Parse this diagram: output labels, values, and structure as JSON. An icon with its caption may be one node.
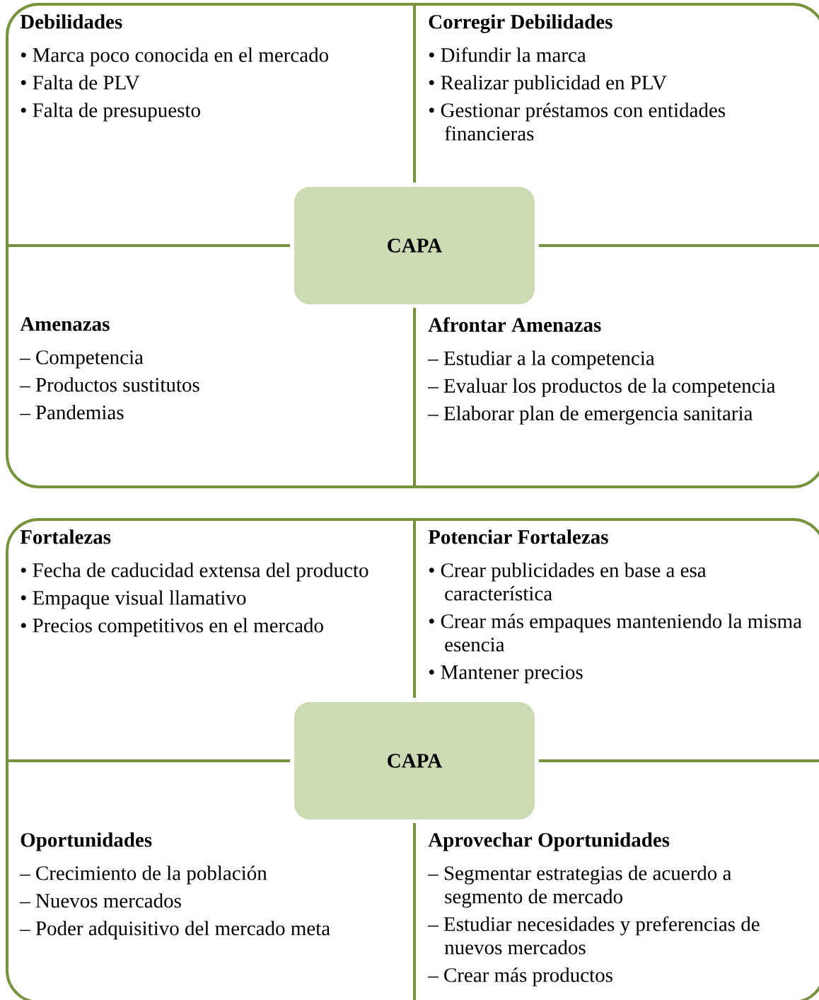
{
  "diagram": {
    "nodes": [
      {
        "text": [
          "Debilidades",
          "• Marca poco conocida en el mercado",
          "• Falta de PLV",
          "• Falta de presupuesto"
        ]
      },
      {
        "text": [
          "Corregir Debilidades",
          "• Difundir la marca",
          "• Realizar publicidad en PLV",
          "• Gestionar préstamos con entidades financieras"
        ]
      },
      {
        "text": [
          "CAPA"
        ]
      },
      {
        "text": [
          "Amenazas",
          "– Competencia",
          "– Productos sustitutos",
          "– Pandemias"
        ]
      },
      {
        "text": [
          "Afrontar Amenazas",
          "– Estudiar a la competencia",
          "– Evaluar los productos de la competencia",
          "– Elaborar plan de emergencia sanitaria"
        ]
      },
      {
        "text": [
          "Fortalezas",
          "• Fecha de caducidad extensa del producto",
          "• Empaque visual llamativo",
          "• Precios competitivos en el mercado"
        ]
      },
      {
        "text": [
          "Potenciar Fortalezas",
          "• Crear publicidades en base a esa característica",
          "• Crear más empaques manteniendo la misma esencia",
          "• Mantener precios"
        ]
      },
      {
        "text": [
          "CAPA"
        ]
      },
      {
        "text": [
          "Oportunidades",
          "– Crecimiento de la población",
          "– Nuevos mercados",
          "– Poder adquisitivo del mercado meta"
        ]
      },
      {
        "text": [
          "Aprovechar Oportunidades",
          "– Segmentar estrategias de acuerdo a segmento de mercado",
          "– Estudiar necesidades y preferencias de nuevos mercados",
          "– Crear más productos"
        ]
      }
    ]
  }
}
